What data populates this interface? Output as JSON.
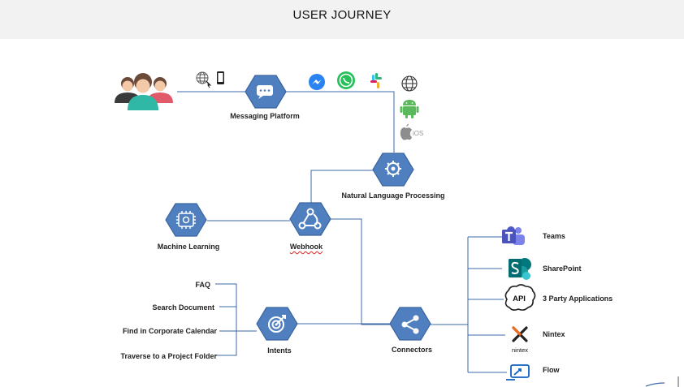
{
  "title": "USER JOURNEY",
  "colors": {
    "hex_fill": "#4f7fbf",
    "hex_stroke": "#3a64a0",
    "line": "#3d6aa8",
    "people_teal": "#2fb8a6",
    "people_skin": "#f4c9a8",
    "people_hair": "#6b4a3a"
  },
  "nodes": {
    "messaging_platform": "Messaging Platform",
    "nlp": "Natural Language Processing",
    "machine_learning": "Machine Learning",
    "webhook": "Webhook",
    "intents": "Intents",
    "connectors": "Connectors"
  },
  "intents_list": [
    "FAQ",
    "Search Document",
    "Find in Corporate Calendar",
    "Traverse to a Project Folder"
  ],
  "connectors_list": [
    {
      "label": "Teams",
      "icon": "teams-icon"
    },
    {
      "label": "SharePoint",
      "icon": "sharepoint-icon"
    },
    {
      "label": "3 Party Applications",
      "icon": "api-icon"
    },
    {
      "label": "Nintex",
      "icon": "nintex-icon"
    },
    {
      "label": "Flow",
      "icon": "flow-icon"
    }
  ],
  "icon_labels": {
    "api": "API",
    "nintex": "nintex",
    "ios": "iOS"
  },
  "channel_icons": [
    "messenger-icon",
    "whatsapp-icon",
    "slack-icon",
    "globe-icon",
    "android-icon",
    "apple-icon"
  ]
}
